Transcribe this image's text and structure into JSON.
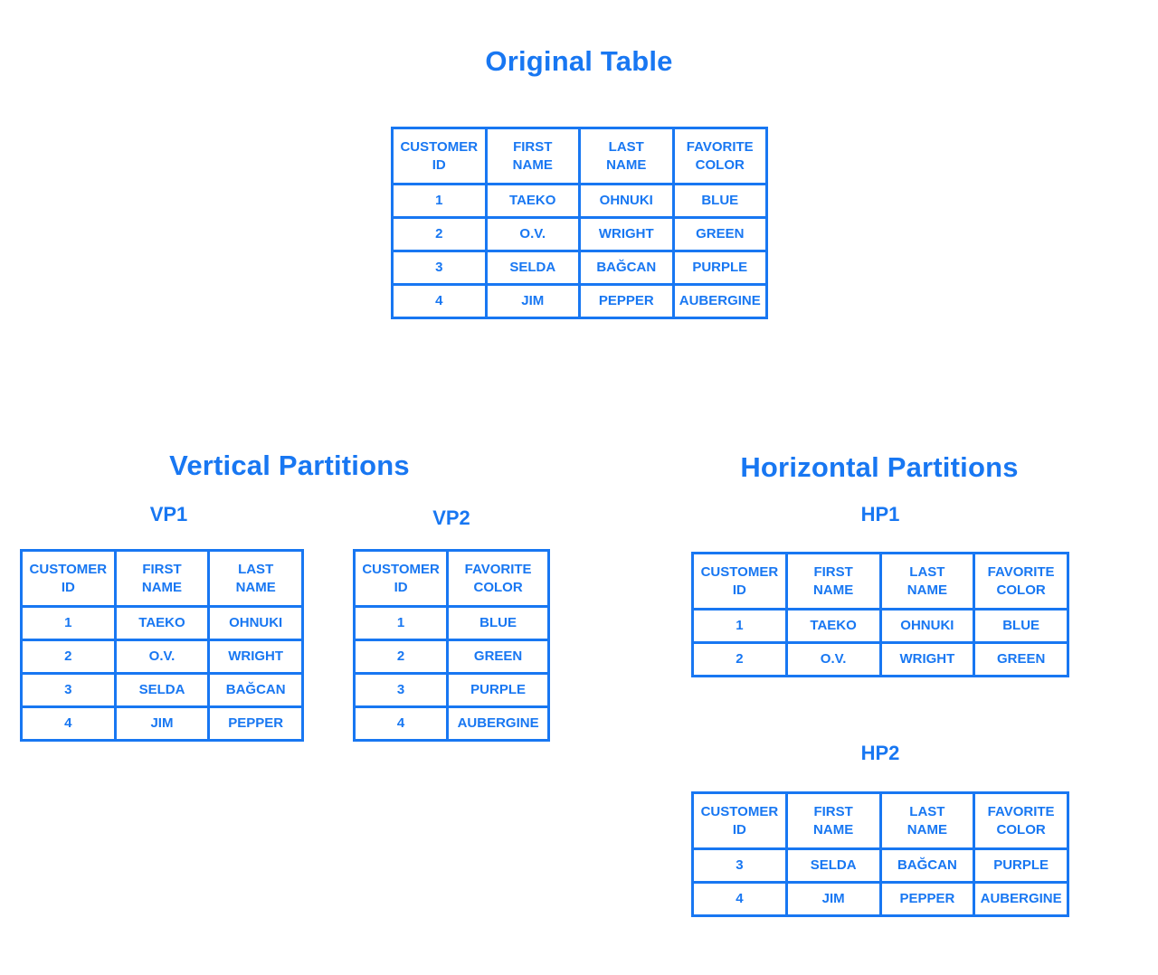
{
  "colors": {
    "accent": "#1877F2",
    "background": "#FFFFFF"
  },
  "original": {
    "title": "Original Table",
    "table": {
      "headers": [
        "CUSTOMER\nID",
        "FIRST\nNAME",
        "LAST\nNAME",
        "FAVORITE\nCOLOR"
      ],
      "rows": [
        [
          "1",
          "TAEKO",
          "OHNUKI",
          "BLUE"
        ],
        [
          "2",
          "O.V.",
          "WRIGHT",
          "GREEN"
        ],
        [
          "3",
          "SELDA",
          "BAĞCAN",
          "PURPLE"
        ],
        [
          "4",
          "JIM",
          "PEPPER",
          "AUBERGINE"
        ]
      ]
    }
  },
  "vertical": {
    "title": "Vertical Partitions",
    "partitions": [
      {
        "label": "VP1",
        "table": {
          "headers": [
            "CUSTOMER\nID",
            "FIRST\nNAME",
            "LAST\nNAME"
          ],
          "rows": [
            [
              "1",
              "TAEKO",
              "OHNUKI"
            ],
            [
              "2",
              "O.V.",
              "WRIGHT"
            ],
            [
              "3",
              "SELDA",
              "BAĞCAN"
            ],
            [
              "4",
              "JIM",
              "PEPPER"
            ]
          ]
        }
      },
      {
        "label": "VP2",
        "table": {
          "headers": [
            "CUSTOMER\nID",
            "FAVORITE\nCOLOR"
          ],
          "rows": [
            [
              "1",
              "BLUE"
            ],
            [
              "2",
              "GREEN"
            ],
            [
              "3",
              "PURPLE"
            ],
            [
              "4",
              "AUBERGINE"
            ]
          ]
        }
      }
    ]
  },
  "horizontal": {
    "title": "Horizontal Partitions",
    "partitions": [
      {
        "label": "HP1",
        "table": {
          "headers": [
            "CUSTOMER\nID",
            "FIRST\nNAME",
            "LAST\nNAME",
            "FAVORITE\nCOLOR"
          ],
          "rows": [
            [
              "1",
              "TAEKO",
              "OHNUKI",
              "BLUE"
            ],
            [
              "2",
              "O.V.",
              "WRIGHT",
              "GREEN"
            ]
          ]
        }
      },
      {
        "label": "HP2",
        "table": {
          "headers": [
            "CUSTOMER\nID",
            "FIRST\nNAME",
            "LAST\nNAME",
            "FAVORITE\nCOLOR"
          ],
          "rows": [
            [
              "3",
              "SELDA",
              "BAĞCAN",
              "PURPLE"
            ],
            [
              "4",
              "JIM",
              "PEPPER",
              "AUBERGINE"
            ]
          ]
        }
      }
    ]
  }
}
